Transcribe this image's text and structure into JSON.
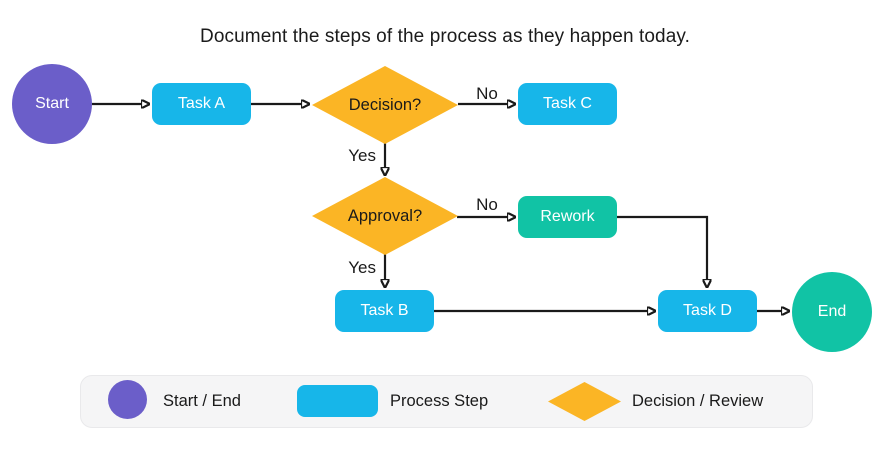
{
  "title": "Document the steps of the process as they happen today.",
  "colors": {
    "purple": "#6b5ec9",
    "blue": "#17b6e9",
    "orange": "#fbb525",
    "teal": "#11c3a5",
    "line": "#1a1a1a",
    "text_dark": "#1a1a1a",
    "text_light": "#ffffff",
    "legend_bg": "#f5f5f6",
    "legend_border": "#e9e9eb",
    "background": "#ffffff"
  },
  "nodes": {
    "start": {
      "label": "Start",
      "type": "start-end"
    },
    "task_a": {
      "label": "Task A",
      "type": "process"
    },
    "decision": {
      "label": "Decision?",
      "type": "decision"
    },
    "task_c": {
      "label": "Task C",
      "type": "process"
    },
    "approval": {
      "label": "Approval?",
      "type": "decision"
    },
    "rework": {
      "label": "Rework",
      "type": "process"
    },
    "task_b": {
      "label": "Task B",
      "type": "process"
    },
    "task_d": {
      "label": "Task D",
      "type": "process"
    },
    "end": {
      "label": "End",
      "type": "start-end"
    }
  },
  "edge_labels": {
    "decision_no": "No",
    "decision_yes": "Yes",
    "approval_no": "No",
    "approval_yes": "Yes"
  },
  "edges": [
    {
      "from": "start",
      "to": "task_a",
      "label": ""
    },
    {
      "from": "task_a",
      "to": "decision",
      "label": ""
    },
    {
      "from": "decision",
      "to": "task_c",
      "label": "No"
    },
    {
      "from": "decision",
      "to": "approval",
      "label": "Yes"
    },
    {
      "from": "approval",
      "to": "rework",
      "label": "No"
    },
    {
      "from": "approval",
      "to": "task_b",
      "label": "Yes"
    },
    {
      "from": "task_b",
      "to": "task_d",
      "label": ""
    },
    {
      "from": "rework",
      "to": "task_d",
      "label": ""
    },
    {
      "from": "task_d",
      "to": "end",
      "label": ""
    }
  ],
  "legend": {
    "items": [
      {
        "swatch": "circle",
        "label": "Start / End"
      },
      {
        "swatch": "rect",
        "label": "Process Step"
      },
      {
        "swatch": "diamond",
        "label": "Decision / Review"
      }
    ]
  }
}
